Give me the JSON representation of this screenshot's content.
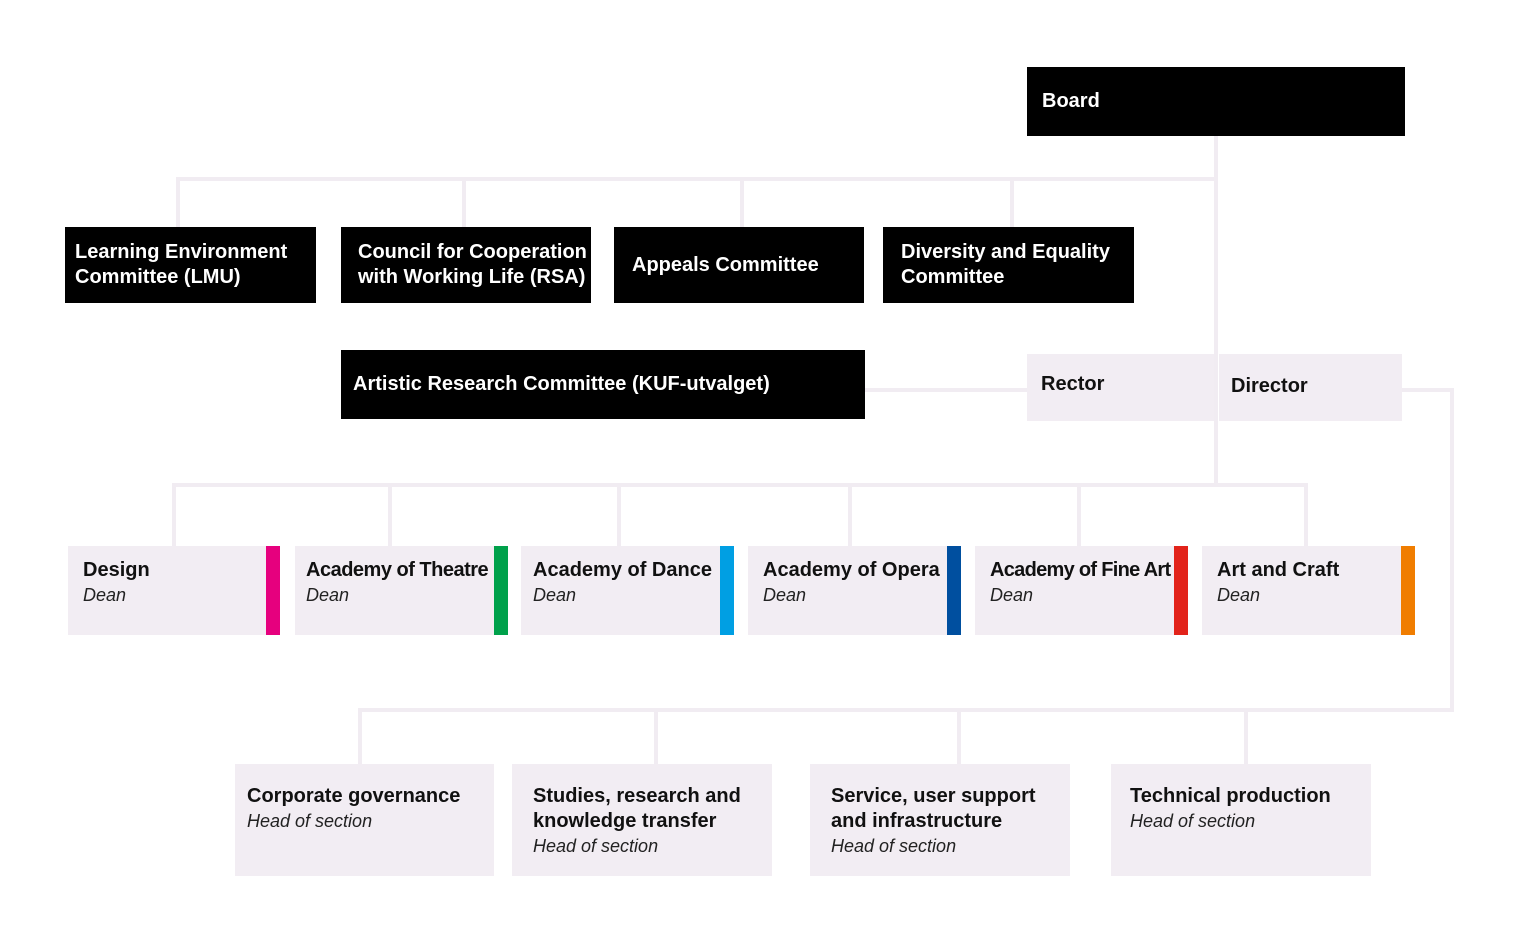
{
  "board": {
    "label": "Board"
  },
  "committees": [
    {
      "label": "Learning Environment Committee (LMU)"
    },
    {
      "label": "Council for Cooperation with Working Life (RSA)"
    },
    {
      "label": "Appeals Committee"
    },
    {
      "label": "Diversity and Equality Committee"
    }
  ],
  "research_committee": {
    "label": "Artistic Research Committee (KUF-utvalget)"
  },
  "rector": {
    "label": "Rector"
  },
  "director": {
    "label": "Director"
  },
  "academies": [
    {
      "title": "Design",
      "role": "Dean",
      "color": "#e6007e"
    },
    {
      "title": "Academy of Theatre",
      "role": "Dean",
      "color": "#00a14b"
    },
    {
      "title": "Academy of Dance",
      "role": "Dean",
      "color": "#009fe3"
    },
    {
      "title": "Academy of Opera",
      "role": "Dean",
      "color": "#004f9f"
    },
    {
      "title": "Academy of Fine Art",
      "role": "Dean",
      "color": "#e2231a"
    },
    {
      "title": "Art and Craft",
      "role": "Dean",
      "color": "#f07d00"
    }
  ],
  "sections": [
    {
      "title": "Corporate governance",
      "role": "Head of section"
    },
    {
      "title": "Studies, research and knowledge transfer",
      "role": "Head of section"
    },
    {
      "title": "Service, user support and infrastructure",
      "role": "Head of section"
    },
    {
      "title": "Technical production",
      "role": "Head of section"
    }
  ]
}
